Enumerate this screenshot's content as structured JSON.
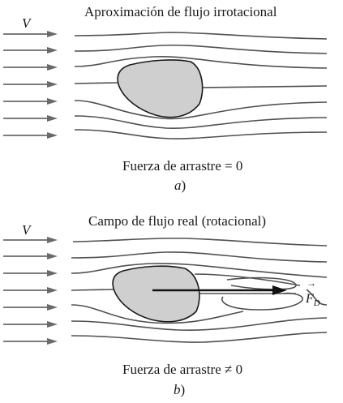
{
  "panel_a": {
    "title": "Aproximación de flujo irrotacional",
    "velocity_label": "V",
    "caption": "Fuerza de arrastre = 0",
    "sublabel_letter": "a",
    "sublabel_paren": ")"
  },
  "panel_b": {
    "title": "Campo de flujo real (rotacional)",
    "velocity_label": "V",
    "force_letter": "F",
    "force_subscript": "D",
    "force_vector_mark": "→",
    "caption": "Fuerza de arrastre ≠ 0",
    "sublabel_letter": "b",
    "sublabel_paren": ")"
  },
  "colors": {
    "body_fill": "#cfcfcf",
    "streamline": "#505050",
    "inflow_arrow": "#6a6a6a",
    "force_arrow": "#111111"
  }
}
